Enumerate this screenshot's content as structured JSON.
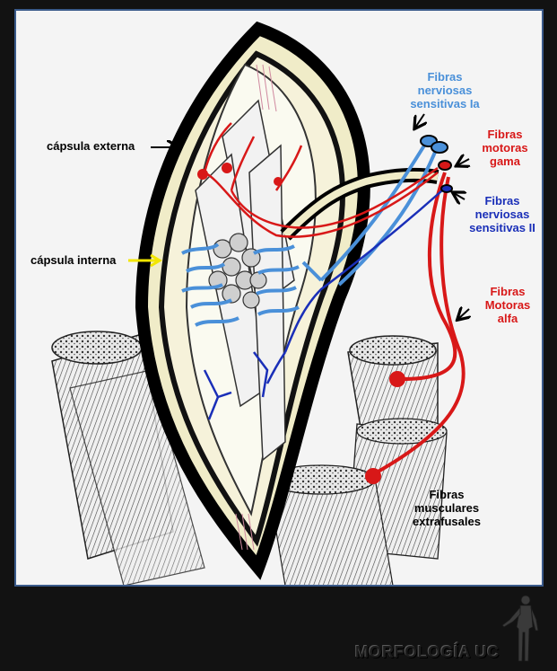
{
  "labels": {
    "capsula_externa": "cápsula externa",
    "capsula_interna": "cápsula interna",
    "fibras_nerviosas_ia": [
      "Fibras",
      "nerviosas",
      "sensitivas Ia"
    ],
    "fibras_motoras_gama": [
      "Fibras",
      "motoras",
      "gama"
    ],
    "fibras_nerviosas_ii": [
      "Fibras",
      "nerviosas",
      "sensitivas II"
    ],
    "fibras_motoras_alfa": [
      "Fibras",
      "Motoras",
      "alfa"
    ],
    "fibras_musculares": [
      "Fibras",
      "musculares",
      "extrafusales"
    ]
  },
  "footer": {
    "logo_text": "MORFOLOGÍA UC"
  },
  "colors": {
    "sensory_ia": "#4a90d9",
    "motor": "#d81818",
    "sensory_ii": "#1a2fb8",
    "capsule_inner_arrow": "#f2e600",
    "label_black": "#000000",
    "panel_border": "#3a5a8a"
  }
}
